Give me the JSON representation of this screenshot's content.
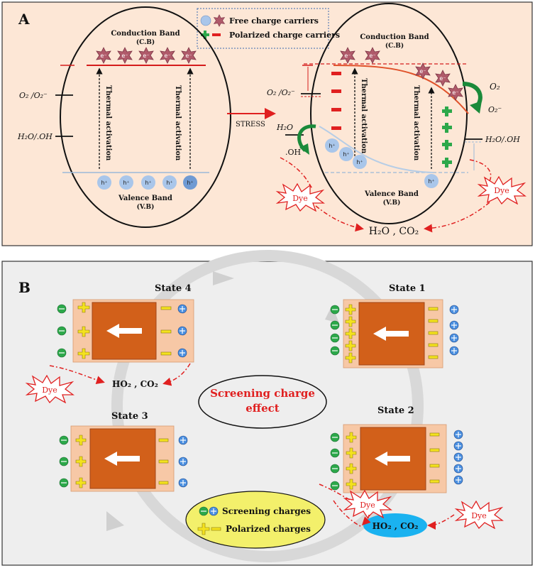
{
  "panel_a": {
    "letter": "A",
    "legend": {
      "free": "Free charge carriers",
      "polarized": "Polarized charge carriers"
    },
    "left": {
      "conduction_band": "Conduction Band",
      "conduction_abbr": "(C.B)",
      "valence_band": "Valence Band",
      "valence_abbr": "(V.B)",
      "thermal_1": "Thermal activation",
      "thermal_2": "Thermal activation",
      "o2_level": "O₂ /O₂⁻",
      "h2o_level": "H₂O/.OH"
    },
    "stress": "STRESS",
    "right": {
      "conduction_band": "Conduction Band",
      "conduction_abbr": "(C.B)",
      "valence_band": "Valence Band",
      "valence_abbr": "(V.B)",
      "thermal_1": "Thermal activation",
      "thermal_2": "Thermal activation",
      "o2_level": "O₂ /O₂⁻",
      "h2o_left": "H₂O",
      "oh_left": ".OH",
      "o2_right": "O₂",
      "o2minus_right": "O₂⁻",
      "h2o_right": "H₂O/.OH",
      "dye_left": "Dye",
      "dye_right": "Dye",
      "products": "H₂O , CO₂"
    },
    "electron": "e⁻",
    "hole": "h⁺"
  },
  "panel_b": {
    "letter": "B",
    "states": [
      "State 4",
      "State 1",
      "State 3",
      "State 2"
    ],
    "center": [
      "Screening charge",
      "effect"
    ],
    "products_left": "HO₂ , CO₂",
    "products_right": "HO₂ , CO₂",
    "dye_labels": [
      "Dye",
      "Dye",
      "Dye"
    ],
    "legend": {
      "screening": "Screening charges",
      "polarized": "Polarized charges"
    }
  },
  "colors": {
    "panel_a_bg": "#fde7d6",
    "panel_b_bg": "#eeeeee",
    "orange": "#d2601a",
    "peach": "#f7c8a6",
    "electron": "#b05a6a",
    "hole": "#a9c6ea",
    "green_charge": "#2ca84a",
    "yellow_charge": "#f4e21e",
    "blue_charge": "#4a8fe0",
    "arrow_red": "#e02020",
    "products_blue": "#1ab2f0",
    "legend_yellow": "#f3f06b"
  }
}
